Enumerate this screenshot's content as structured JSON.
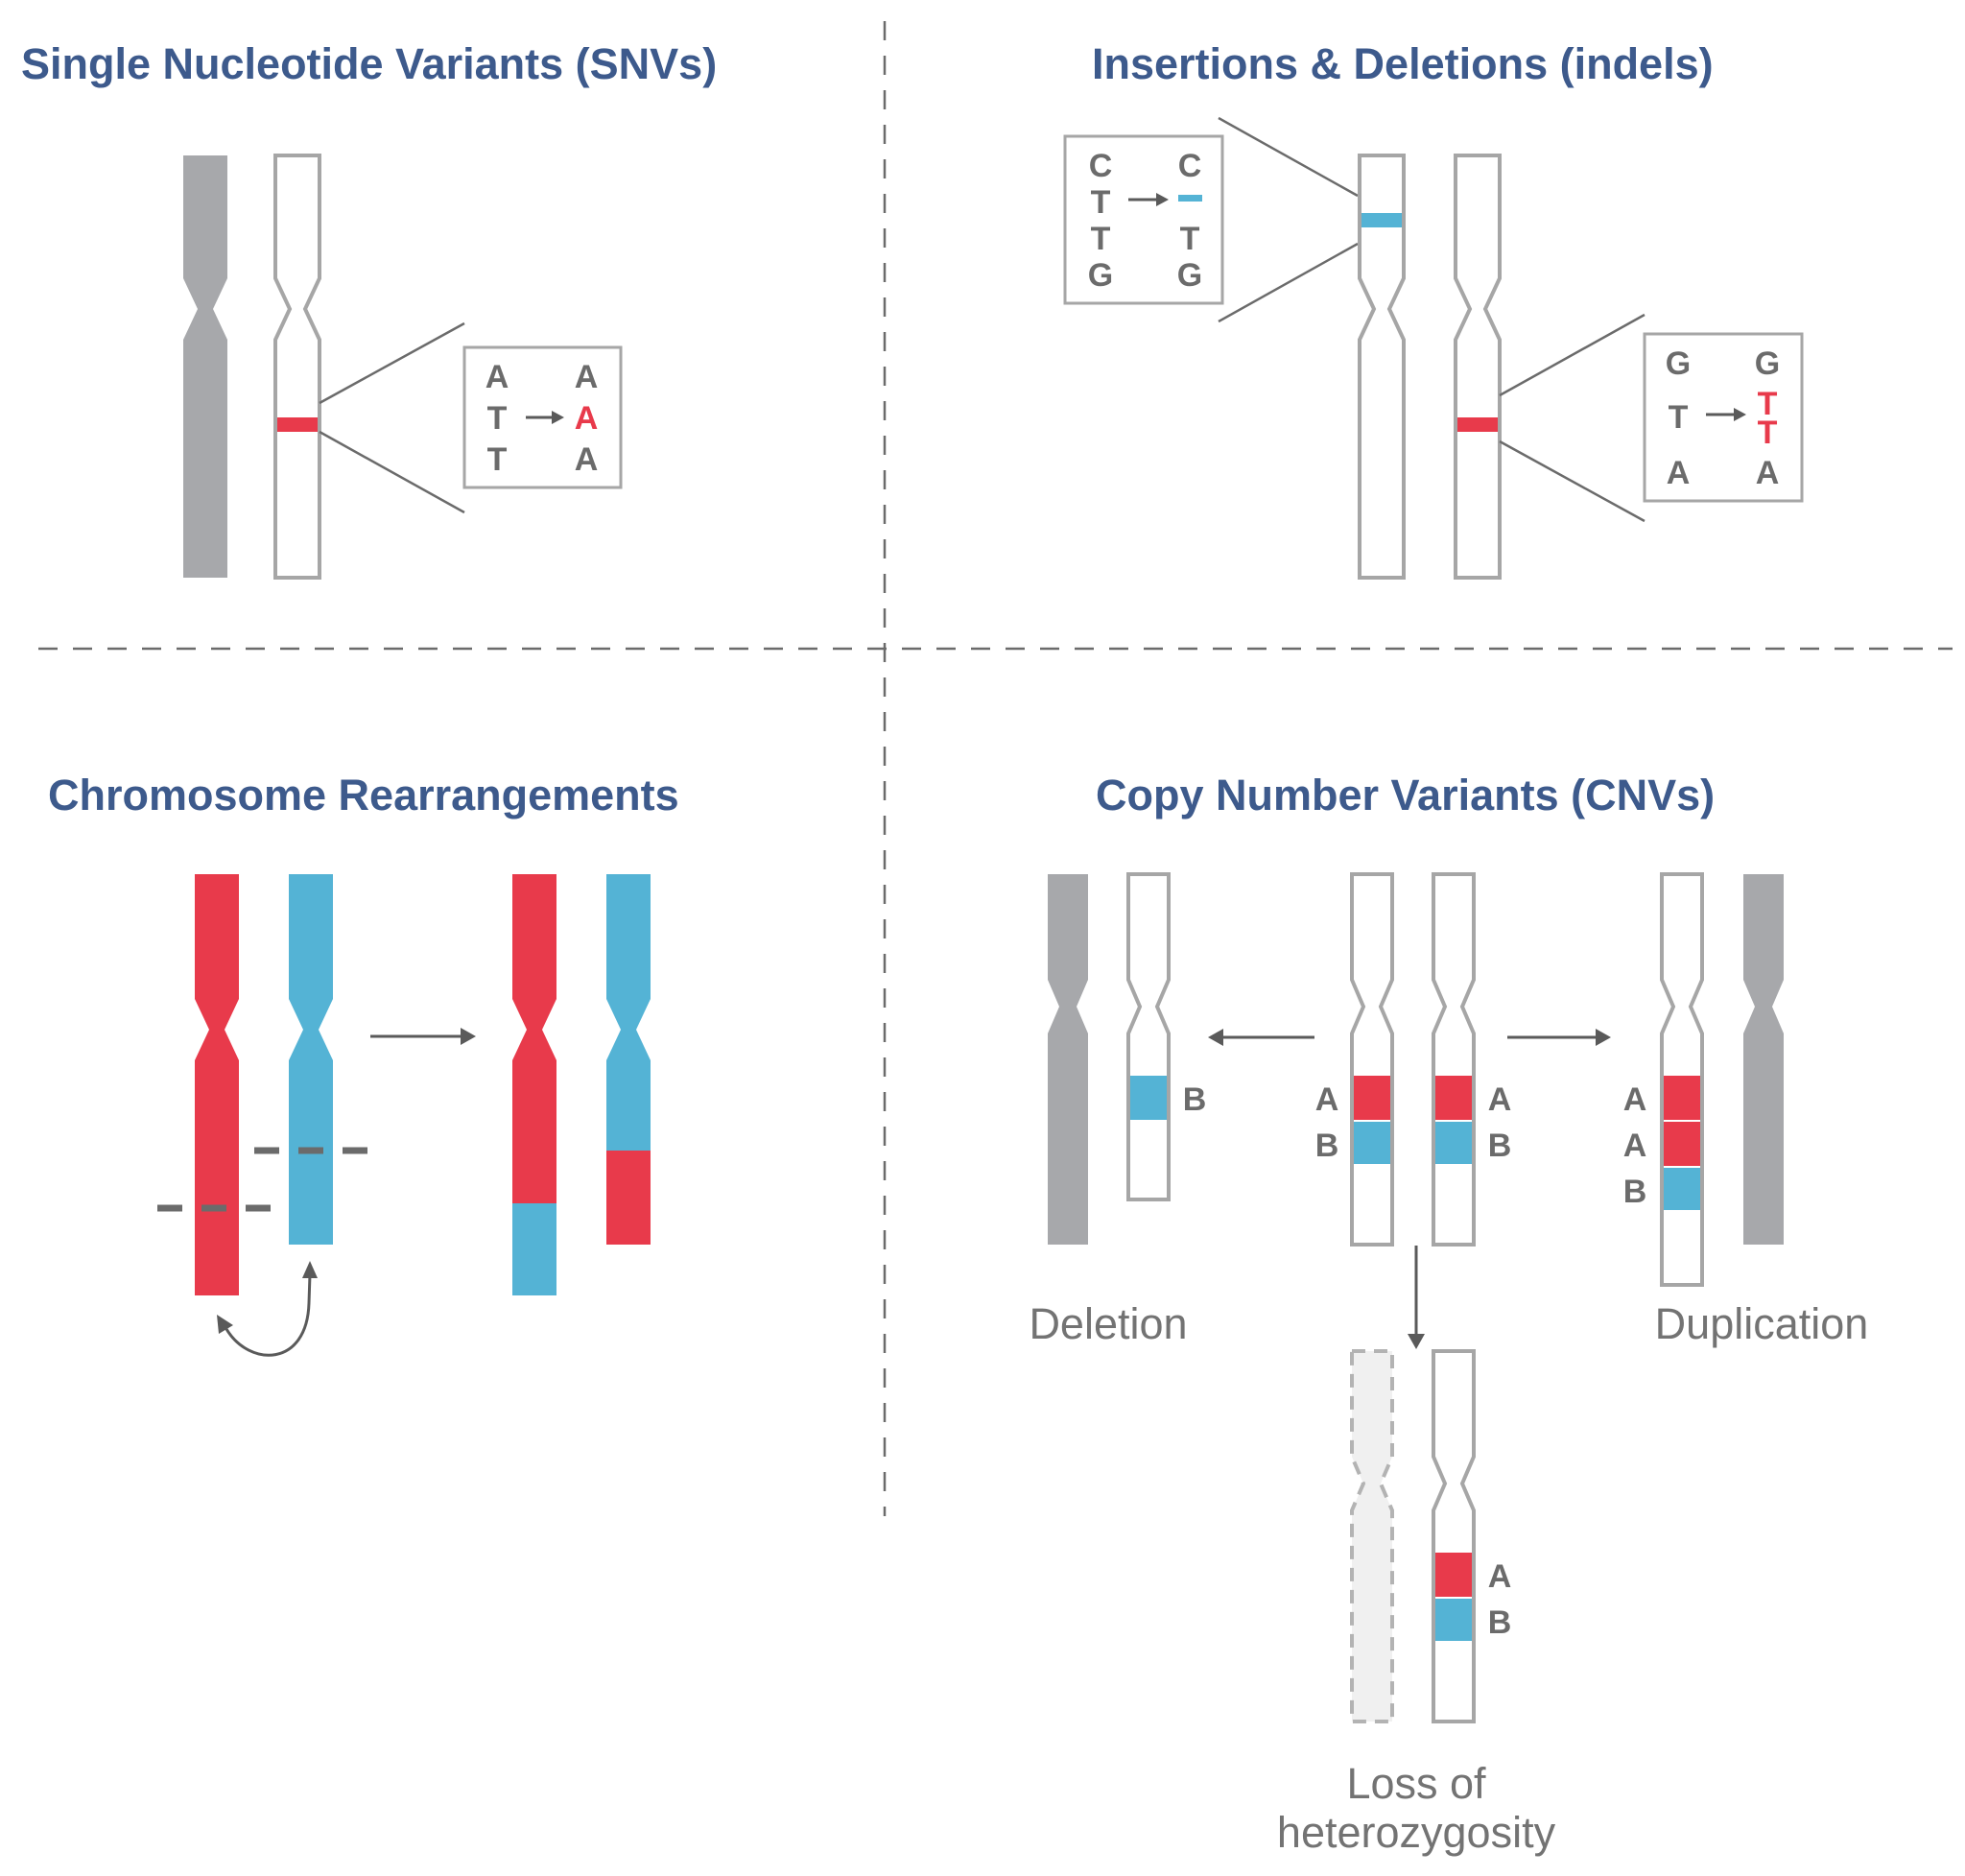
{
  "panels": {
    "snv": {
      "title": "Single Nucleotide Variants (SNVs)",
      "ref_bases": [
        "A",
        "T",
        "T"
      ],
      "alt_bases": [
        "A",
        "A",
        "A"
      ]
    },
    "indel": {
      "title": "Insertions & Deletions (indels)",
      "deletion_ref_bases": [
        "C",
        "T",
        "T",
        "G"
      ],
      "deletion_alt_bases": [
        "C",
        "T",
        "G"
      ],
      "insertion_ref_bases": [
        "G",
        "T",
        "A"
      ],
      "insertion_alt_bases": [
        "G",
        "T",
        "T",
        "A"
      ]
    },
    "rearrangement": {
      "title": "Chromosome Rearrangements"
    },
    "cnv": {
      "title": "Copy Number Variants (CNVs)",
      "allele_a": "A",
      "allele_b": "B",
      "deletion_label": "Deletion",
      "duplication_label": "Duplication",
      "loh_label_line1": "Loss of",
      "loh_label_line2": "heterozygosity"
    }
  },
  "colors": {
    "title_blue": "#3d5a8c",
    "variant_red": "#e83a4b",
    "variant_blue": "#54b3d5",
    "chromosome_gray": "#a7a8ab",
    "outline_gray": "#a6a6a6"
  }
}
